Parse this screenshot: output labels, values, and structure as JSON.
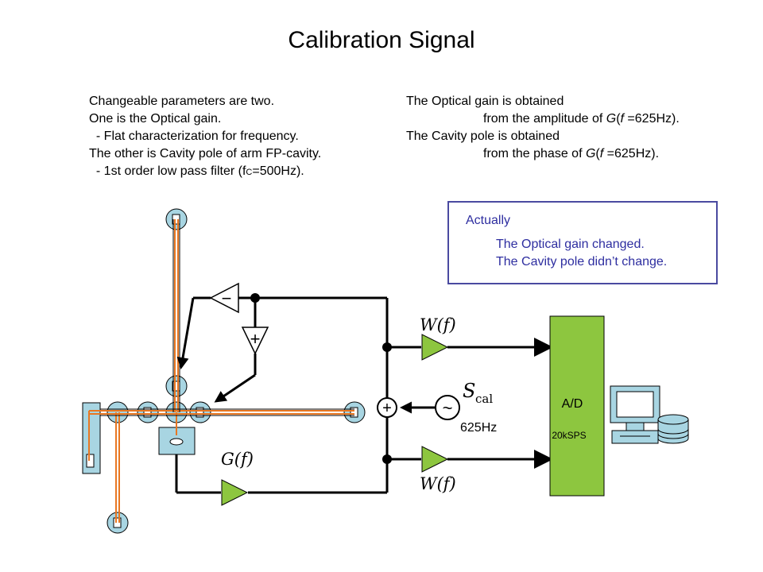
{
  "title": "Calibration Signal",
  "left_text": {
    "l1": "Changeable parameters are two.",
    "l2": "One is the Optical gain.",
    "l3": "  - Flat characterization for frequency.",
    "l4": "The other is Cavity pole of arm FP-cavity.",
    "l5_pre": "  - 1st order low pass filter (f",
    "l5_sub": "C",
    "l5_post": "=500Hz)."
  },
  "right_text": {
    "l1": "The Optical gain is obtained",
    "l2_pre": "from the amplitude of ",
    "l2_g": "G",
    "l2_mid": "(",
    "l2_f": "f",
    "l2_post": " =625Hz).",
    "l3": "The Cavity pole is obtained",
    "l4_pre": "from the phase of ",
    "l4_g": "G",
    "l4_mid": "(",
    "l4_f": "f",
    "l4_post": " =625Hz)."
  },
  "actually": {
    "heading": "Actually",
    "line1": "The Optical gain changed.",
    "line2": "The Cavity pole didn’t change."
  },
  "diagram": {
    "ad_label": "A/D",
    "ad_rate": "20kSPS",
    "freq_label": "625Hz",
    "wf_top": "W(f)",
    "wf_bottom": "W(f)",
    "gf": "G(f)",
    "scal_s": "S",
    "scal_sub": "cal",
    "minus": "−",
    "plus": "+",
    "sum": "+",
    "source": "~"
  },
  "colors": {
    "laser": "#e87722",
    "amp": "#8dc63f",
    "adc": "#8dc63f",
    "optic": "#a8d5e2",
    "frame": "#4a4aa0"
  }
}
